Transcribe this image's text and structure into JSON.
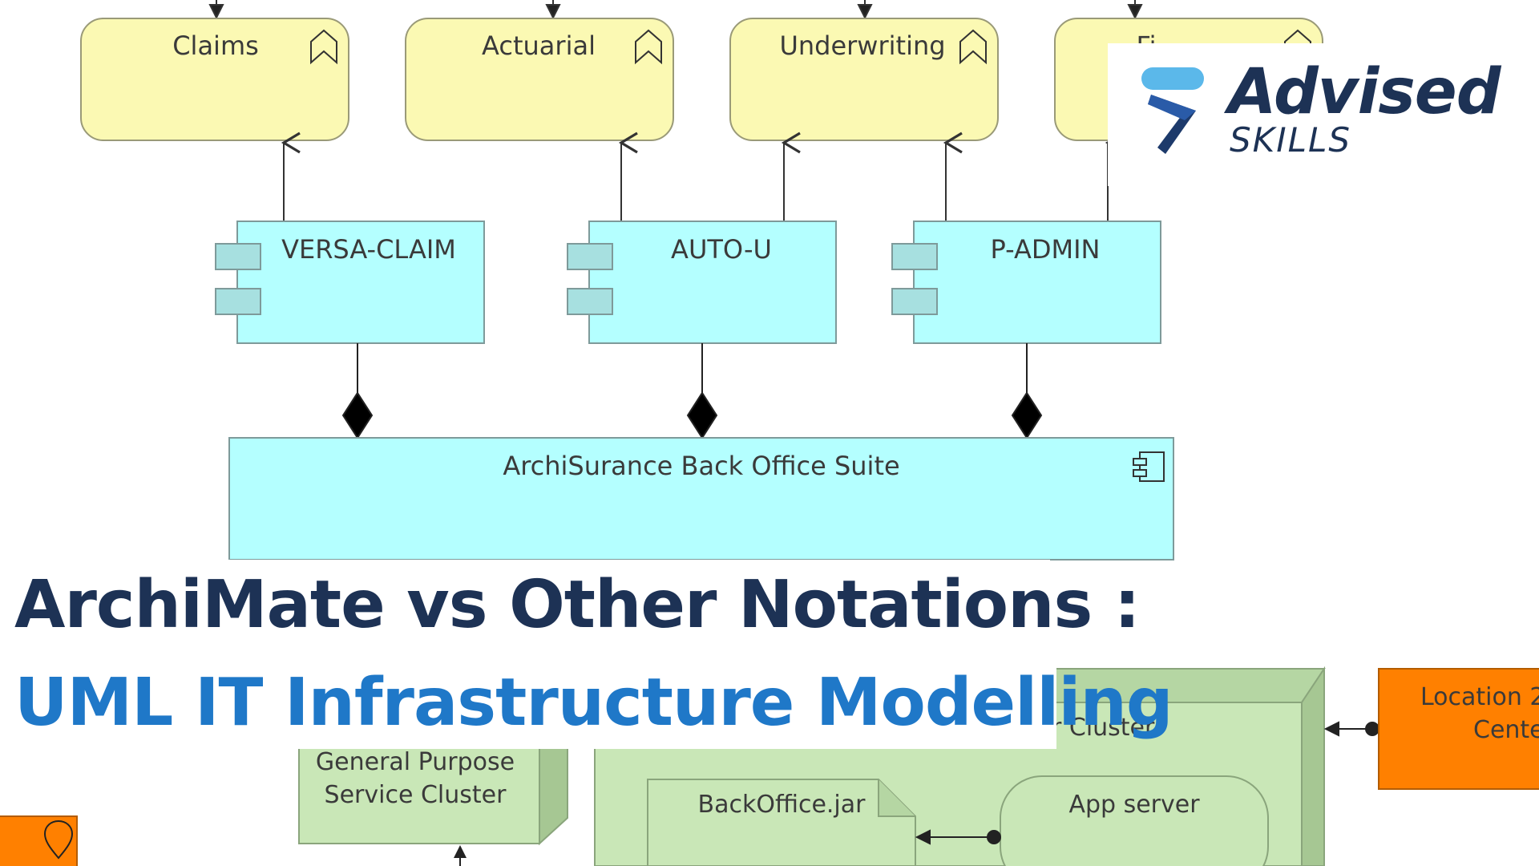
{
  "diagram": {
    "business_functions": [
      {
        "label": "Claims"
      },
      {
        "label": "Actuarial"
      },
      {
        "label": "Underwriting"
      },
      {
        "label": "Fi"
      }
    ],
    "app_components": [
      {
        "label": "VERSA-CLAIM"
      },
      {
        "label": "AUTO-U"
      },
      {
        "label": "P-ADMIN"
      }
    ],
    "suite": {
      "label": "ArchiSurance Back Office Suite"
    },
    "infrastructure": {
      "gp_cluster_line1": "General Purpose",
      "gp_cluster_line2": "Service Cluster",
      "cluster_label": "r Cluster",
      "artifact": "BackOffice.jar",
      "app_server": "App server",
      "location_line1": "Location 2",
      "location_line2": "Cente"
    },
    "colors": {
      "business": "#fbf9b3",
      "application": "#b4ffff",
      "technology": "#c9e7b7",
      "location": "#ff8000"
    }
  },
  "brand": {
    "name": "Advised",
    "subtitle": "SKILLS"
  },
  "title": {
    "line1": "ArchiMate vs Other Notations :",
    "line2": "UML IT Infrastructure Modelling"
  }
}
